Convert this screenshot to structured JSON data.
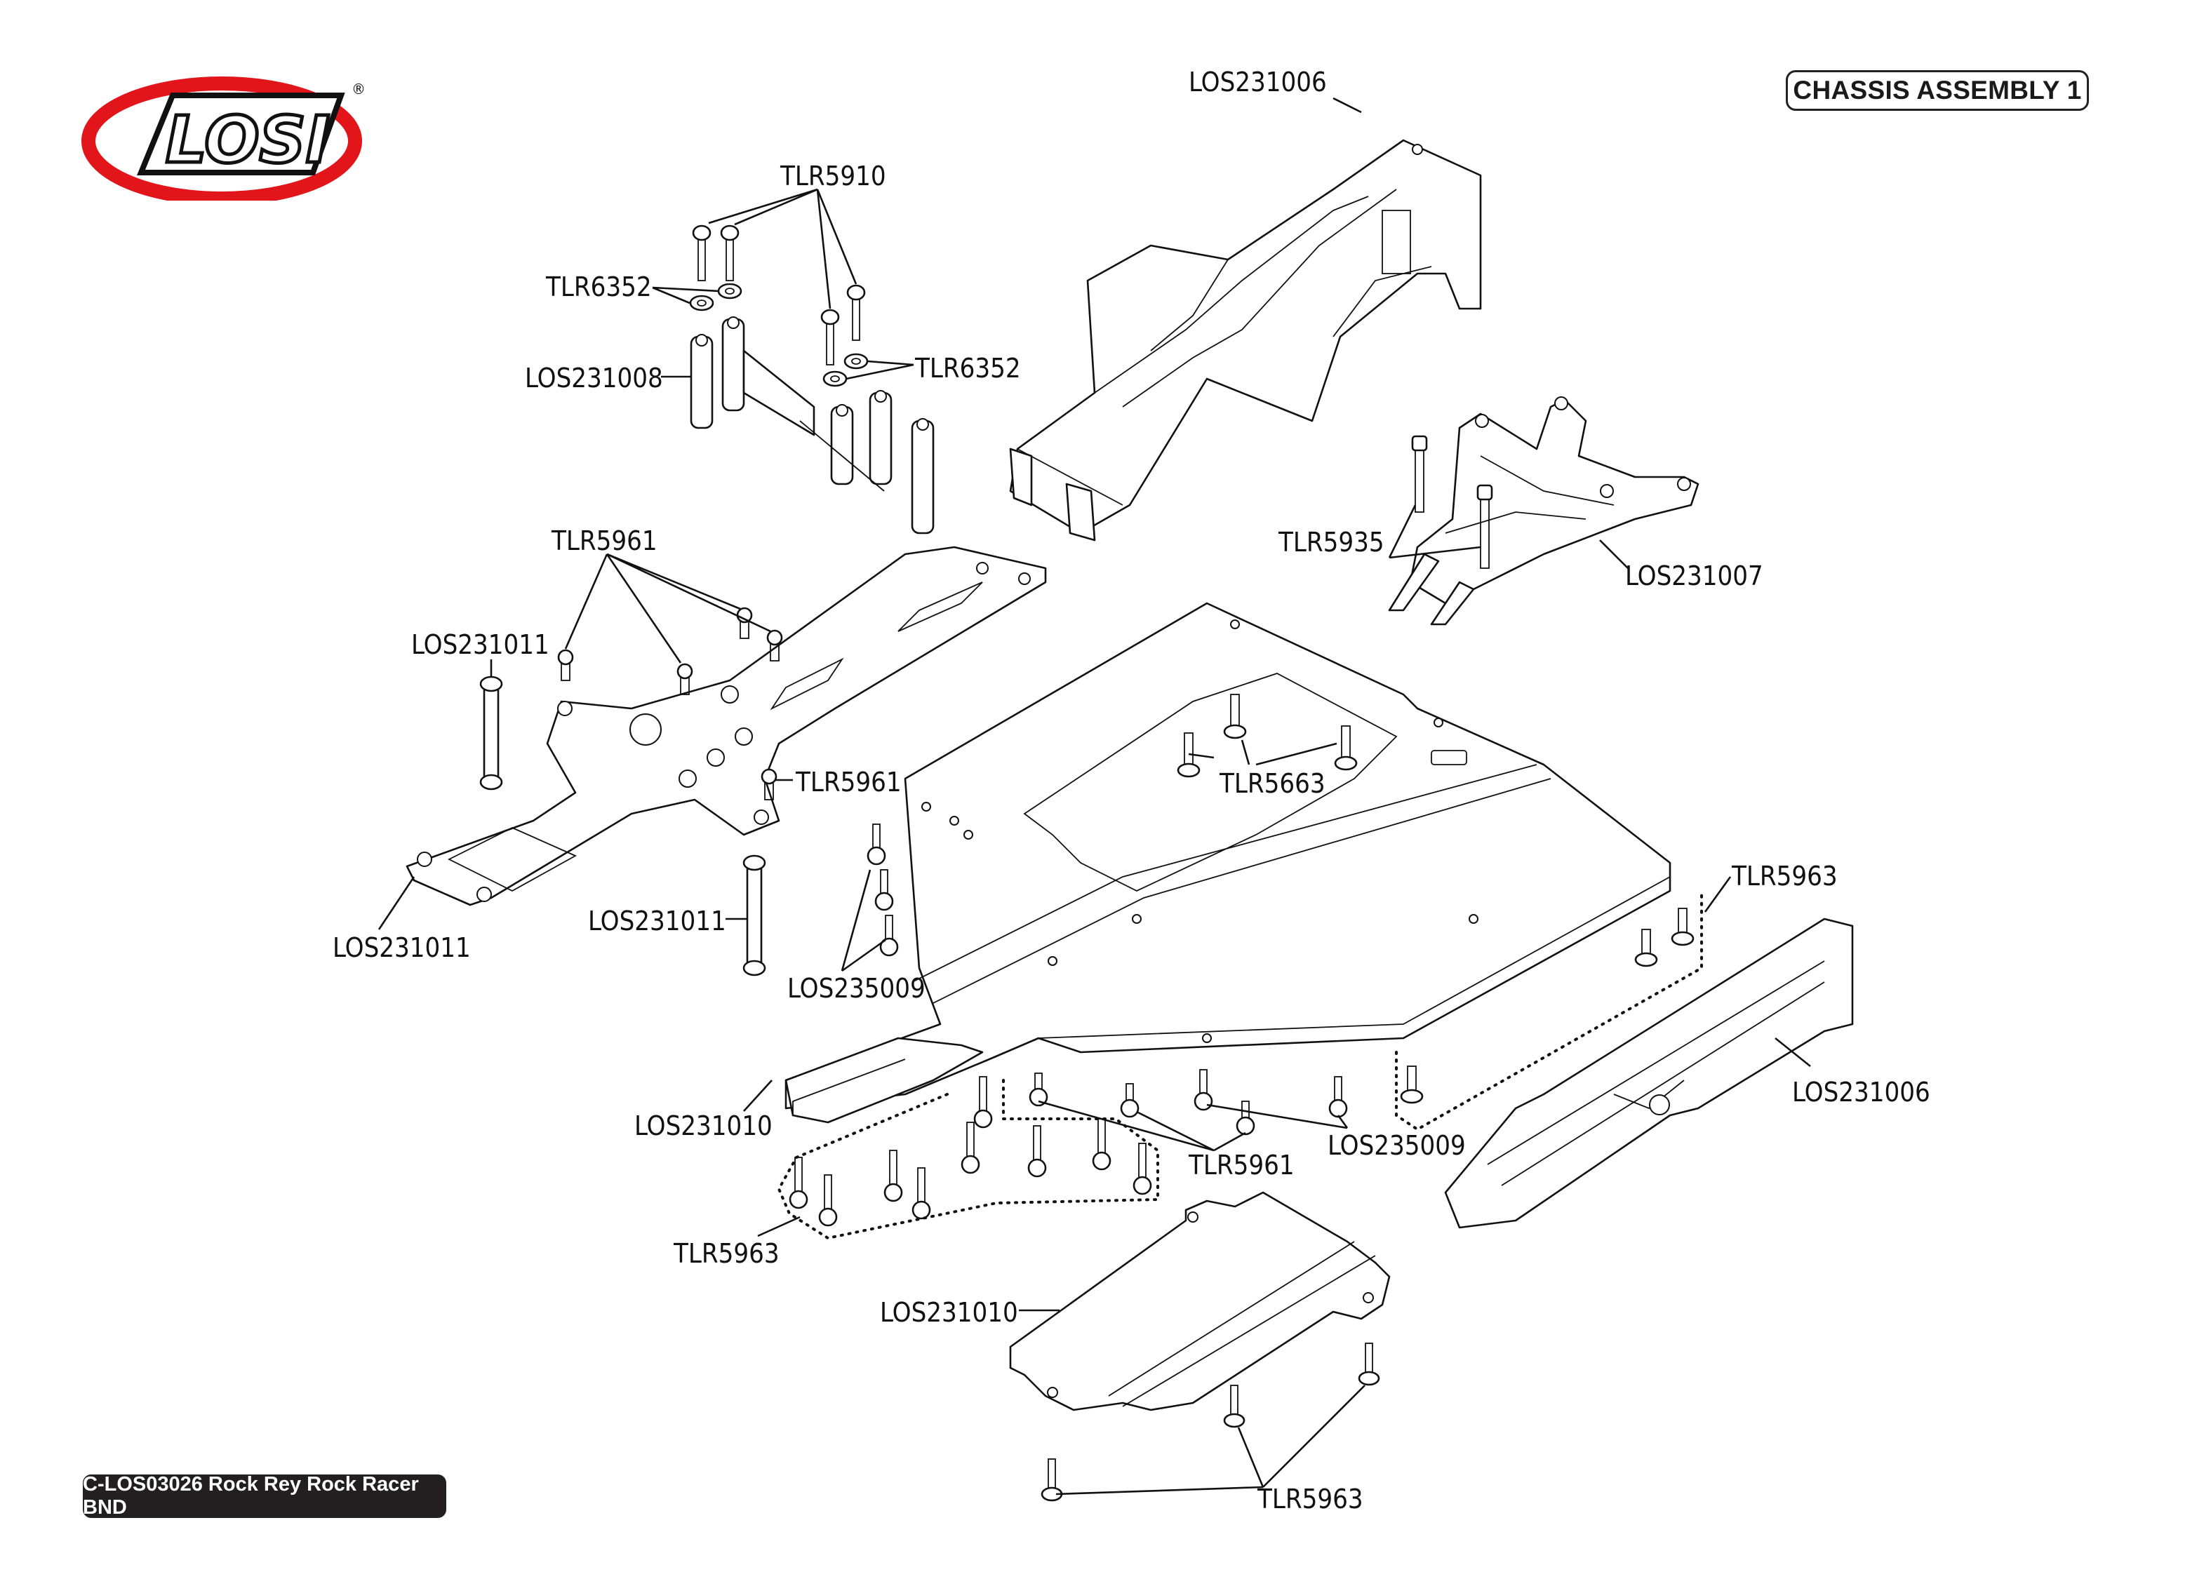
{
  "header": {
    "brand": "LOSI",
    "registered_mark": "®",
    "title": "CHASSIS ASSEMBLY 1"
  },
  "footer": {
    "product_label": "C-LOS03026 Rock Rey Rock Racer BND"
  },
  "colors": {
    "brand_red": "#e2151b",
    "line": "#111111",
    "footer_bg": "#231f20"
  },
  "callouts": [
    {
      "id": "body-top",
      "part": "LOS231006"
    },
    {
      "id": "screws-top",
      "part": "TLR5910"
    },
    {
      "id": "washers-left",
      "part": "TLR6352"
    },
    {
      "id": "shock-tower",
      "part": "LOS231008"
    },
    {
      "id": "washers-right",
      "part": "TLR6352"
    },
    {
      "id": "front-plate-screws",
      "part": "TLR5961"
    },
    {
      "id": "standoff-top",
      "part": "LOS231011"
    },
    {
      "id": "front-plate-side-screw",
      "part": "TLR5961"
    },
    {
      "id": "mount-screws",
      "part": "TLR5663"
    },
    {
      "id": "rear-mount-screws",
      "part": "TLR5935"
    },
    {
      "id": "rear-mount",
      "part": "LOS231007"
    },
    {
      "id": "front-plate",
      "part": "LOS231011"
    },
    {
      "id": "standoff-mid",
      "part": "LOS231011"
    },
    {
      "id": "balls-left",
      "part": "LOS235009"
    },
    {
      "id": "side-guard-screws",
      "part": "TLR5963"
    },
    {
      "id": "side-guard",
      "part": "LOS231006"
    },
    {
      "id": "skid-front",
      "part": "LOS231010"
    },
    {
      "id": "chassis-screws",
      "part": "TLR5961"
    },
    {
      "id": "balls-right",
      "part": "LOS235009"
    },
    {
      "id": "front-screws-group",
      "part": "TLR5963"
    },
    {
      "id": "skid-rear",
      "part": "LOS231010"
    },
    {
      "id": "skid-screws",
      "part": "TLR5963"
    }
  ]
}
